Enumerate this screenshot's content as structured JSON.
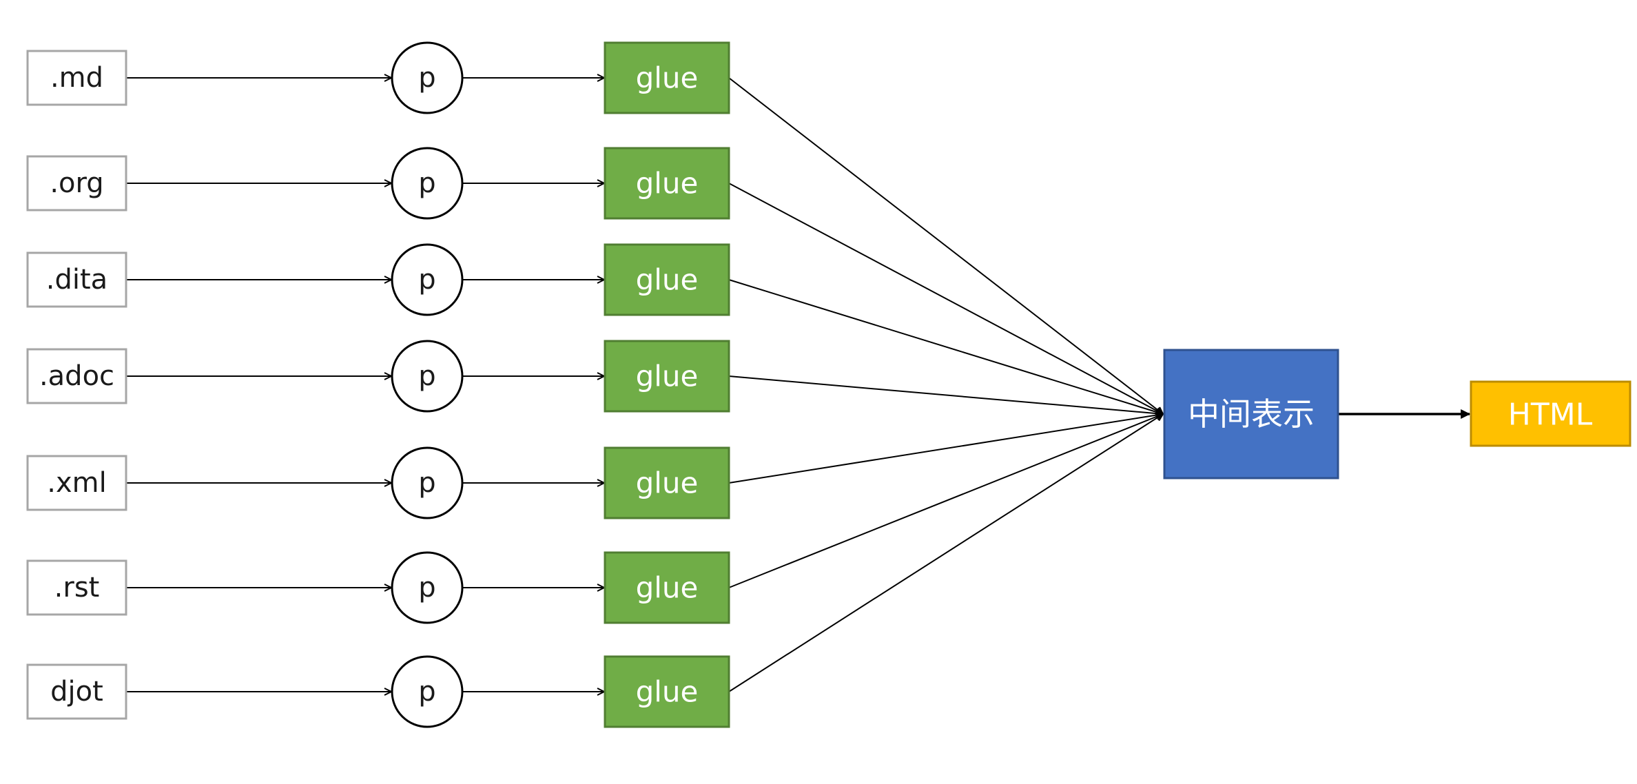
{
  "rows": [
    {
      "source": ".md",
      "parser": "p",
      "glue": "glue"
    },
    {
      "source": ".org",
      "parser": "p",
      "glue": "glue"
    },
    {
      "source": ".dita",
      "parser": "p",
      "glue": "glue"
    },
    {
      "source": ".adoc",
      "parser": "p",
      "glue": "glue"
    },
    {
      "source": ".xml",
      "parser": "p",
      "glue": "glue"
    },
    {
      "source": ".rst",
      "parser": "p",
      "glue": "glue"
    },
    {
      "source": "djot",
      "parser": "p",
      "glue": "glue"
    }
  ],
  "intermediate": {
    "label": "中间表示"
  },
  "output": {
    "label": "HTML"
  },
  "colors": {
    "glue_fill": "#70ad47",
    "intermediate_fill": "#4472c4",
    "output_fill": "#ffc000",
    "source_border": "#a6a6a6"
  }
}
